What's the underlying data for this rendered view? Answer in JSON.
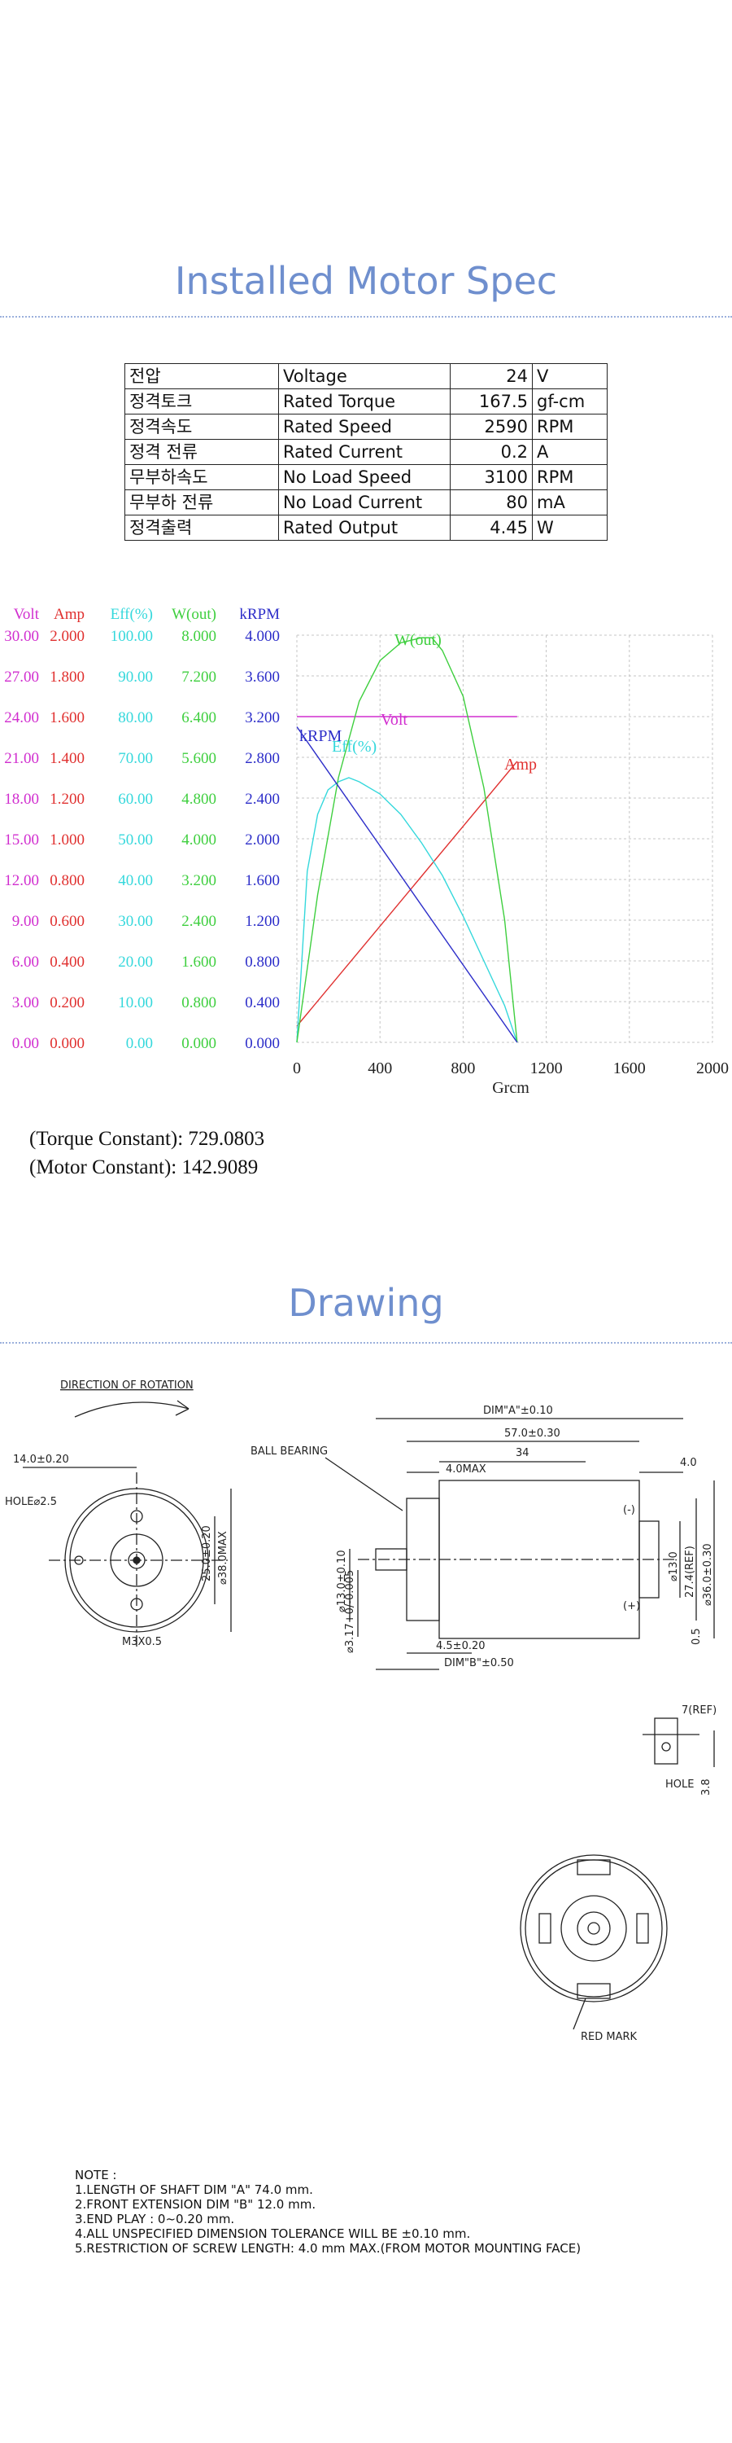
{
  "spec": {
    "heading": "Installed Motor Spec",
    "rows": [
      {
        "ko": "전압",
        "en": "Voltage",
        "value": "24",
        "unit": "V"
      },
      {
        "ko": "정격토크",
        "en": "Rated Torque",
        "value": "167.5",
        "unit": "gf-cm"
      },
      {
        "ko": "정격속도",
        "en": "Rated Speed",
        "value": "2590",
        "unit": "RPM"
      },
      {
        "ko": "정격 전류",
        "en": "Rated Current",
        "value": "0.2",
        "unit": "A"
      },
      {
        "ko": "무부하속도",
        "en": "No Load Speed",
        "value": "3100",
        "unit": "RPM"
      },
      {
        "ko": "무부하 전류",
        "en": "No Load Current",
        "value": "80",
        "unit": "mA"
      },
      {
        "ko": "정격출력",
        "en": "Rated Output",
        "value": "4.45",
        "unit": "W"
      }
    ]
  },
  "chart_data": {
    "type": "line",
    "x": [
      0,
      400,
      800,
      1200,
      1600,
      2000
    ],
    "xlabel": "Grcm",
    "xlim": [
      0,
      2000
    ],
    "colors": {
      "volt": "#d12ecf",
      "amp": "#e0302f",
      "eff": "#35d8dc",
      "wout": "#3fcf3f",
      "krpm": "#2d2ec9"
    },
    "axes": [
      {
        "key": "volt",
        "title": "Volt",
        "color": "#d12ecf",
        "ticks": [
          "0.00",
          "3.00",
          "6.00",
          "9.00",
          "12.00",
          "15.00",
          "18.00",
          "21.00",
          "24.00",
          "27.00",
          "30.00"
        ]
      },
      {
        "key": "amp",
        "title": "Amp",
        "color": "#e0302f",
        "ticks": [
          "0.000",
          "0.200",
          "0.400",
          "0.600",
          "0.800",
          "1.000",
          "1.200",
          "1.400",
          "1.600",
          "1.800",
          "2.000"
        ]
      },
      {
        "key": "eff",
        "title": "Eff(%)",
        "color": "#35d8dc",
        "ticks": [
          "0.00",
          "10.00",
          "20.00",
          "30.00",
          "40.00",
          "50.00",
          "60.00",
          "70.00",
          "80.00",
          "90.00",
          "100.00"
        ]
      },
      {
        "key": "wout",
        "title": "W(out)",
        "color": "#3fcf3f",
        "ticks": [
          "0.000",
          "0.800",
          "1.600",
          "2.400",
          "3.200",
          "4.000",
          "4.800",
          "5.600",
          "6.400",
          "7.200",
          "8.000"
        ]
      },
      {
        "key": "krpm",
        "title": "kRPM",
        "color": "#2d2ec9",
        "ticks": [
          "0.000",
          "0.400",
          "0.800",
          "1.200",
          "1.600",
          "2.000",
          "2.400",
          "2.800",
          "3.200",
          "3.600",
          "4.000"
        ]
      }
    ],
    "series": [
      {
        "name": "Volt",
        "key": "volt",
        "color": "#d12ecf",
        "x": [
          0,
          1060
        ],
        "y": [
          24,
          24
        ]
      },
      {
        "name": "Amp",
        "key": "amp",
        "color": "#e0302f",
        "x": [
          0,
          1060
        ],
        "y": [
          0.08,
          1.38
        ]
      },
      {
        "name": "Eff(%)",
        "key": "eff",
        "color": "#35d8dc",
        "x": [
          0,
          50,
          100,
          150,
          200,
          250,
          300,
          400,
          500,
          600,
          700,
          800,
          900,
          1000,
          1060
        ],
        "y": [
          0,
          42,
          56,
          62,
          64,
          65,
          64,
          61,
          56,
          49,
          41,
          31,
          20,
          9,
          0
        ]
      },
      {
        "name": "W(out)",
        "key": "wout",
        "color": "#3fcf3f",
        "x": [
          0,
          100,
          200,
          300,
          400,
          500,
          600,
          650,
          700,
          800,
          900,
          1000,
          1060
        ],
        "y": [
          0,
          2.9,
          5.2,
          6.7,
          7.5,
          7.85,
          7.95,
          7.95,
          7.7,
          6.8,
          5.0,
          2.4,
          0
        ]
      },
      {
        "name": "kRPM",
        "key": "krpm",
        "color": "#2d2ec9",
        "x": [
          0,
          1060
        ],
        "y": [
          3.1,
          0
        ]
      }
    ]
  },
  "constants": {
    "torque": "(Torque Constant): 729.0803",
    "motor": "(Motor Constant): 142.9089"
  },
  "drawing": {
    "heading": "Drawing",
    "rotation_label": "DIRECTION OF ROTATION",
    "front": {
      "dim_top": "14.0±0.20",
      "hole": "HOLE⌀2.5",
      "screw": "M3X0.5",
      "dim_pitch": "25.0±0.20",
      "dim_dia": "⌀38.0MAX"
    },
    "side": {
      "dim_a": "DIM\"A\"±0.10",
      "dim_body": "57.0±0.30",
      "dim_34": "34",
      "dim_40max": "4.0MAX",
      "dim_40": "4.0",
      "ball_bearing": "BALL BEARING",
      "dim_boss": "⌀13.0±0.10",
      "dim_shaft": "⌀3.17+0/-0.005",
      "dim_45": "4.5±0.20",
      "dim_b": "DIM\"B\"±0.50",
      "dim_130": "⌀13.0",
      "dim_274": "27.4(REF)",
      "dim_360": "⌀36.0±0.30",
      "minus": "(-)",
      "plus": "(+)",
      "dim_05": "0.5"
    },
    "terminal": {
      "dim_7": "7(REF)",
      "hole": "HOLE",
      "dim_38": "3.8"
    },
    "rear": {
      "red_mark": "RED MARK"
    }
  },
  "notes": {
    "title": "NOTE :",
    "lines": [
      "1.LENGTH OF SHAFT DIM \"A\" 74.0 mm.",
      "2.FRONT EXTENSION DIM \"B\" 12.0 mm.",
      "3.END PLAY : 0~0.20 mm.",
      "4.ALL UNSPECIFIED DIMENSION TOLERANCE WILL BE ±0.10 mm.",
      "5.RESTRICTION OF SCREW LENGTH: 4.0 mm MAX.(FROM MOTOR MOUNTING FACE)"
    ]
  }
}
